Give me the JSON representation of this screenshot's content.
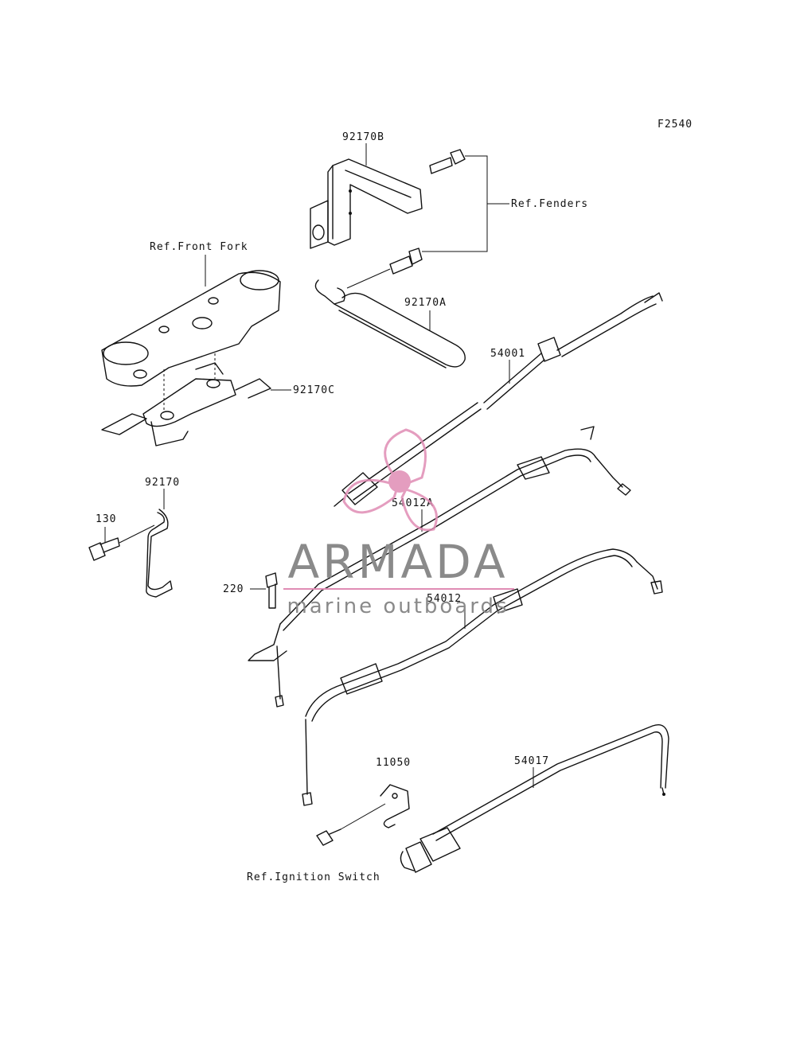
{
  "figure_code": "F2540",
  "labels": {
    "ref_fenders": "Ref.Fenders",
    "ref_front_fork": "Ref.Front Fork",
    "ref_ignition_switch": "Ref.Ignition Switch",
    "p92170B": "92170B",
    "p92170A": "92170A",
    "p92170C": "92170C",
    "p92170": "92170",
    "p130": "130",
    "p220": "220",
    "p54001": "54001",
    "p54012A": "54012A",
    "p54012": "54012",
    "p11050": "11050",
    "p54017": "54017"
  },
  "watermark": {
    "brand": "ARMADA",
    "tagline": "marine outboards",
    "accent_color": "#e08cb4",
    "text_color": "#8a8a8a"
  }
}
